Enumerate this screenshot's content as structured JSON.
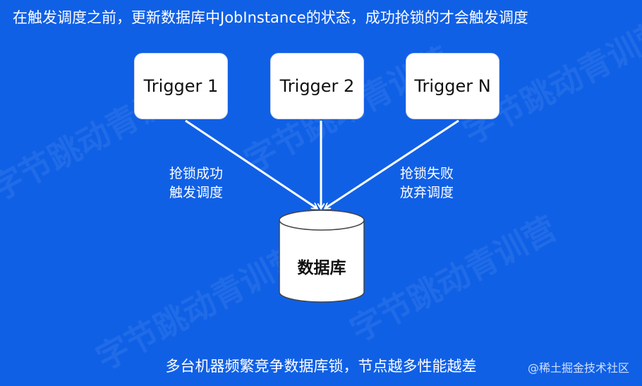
{
  "title": "在触发调度之前，更新数据库中JobInstance的状态，成功抢锁的才会触发调度",
  "triggers": [
    {
      "label": "Trigger 1"
    },
    {
      "label": "Trigger 2"
    },
    {
      "label": "Trigger N"
    }
  ],
  "notes": {
    "success": {
      "line1": "抢锁成功",
      "line2": "触发调度"
    },
    "fail": {
      "line1": "抢锁失败",
      "line2": "放弃调度"
    }
  },
  "database": {
    "label": "数据库"
  },
  "footer": "多台机器频繁竞争数据库锁，节点越多性能越差",
  "credit": "@稀土掘金技术社区",
  "watermark": "字节跳动青训营",
  "colors": {
    "background": "#1060e6",
    "box": "#ffffff",
    "arrow": "#ffffff"
  }
}
